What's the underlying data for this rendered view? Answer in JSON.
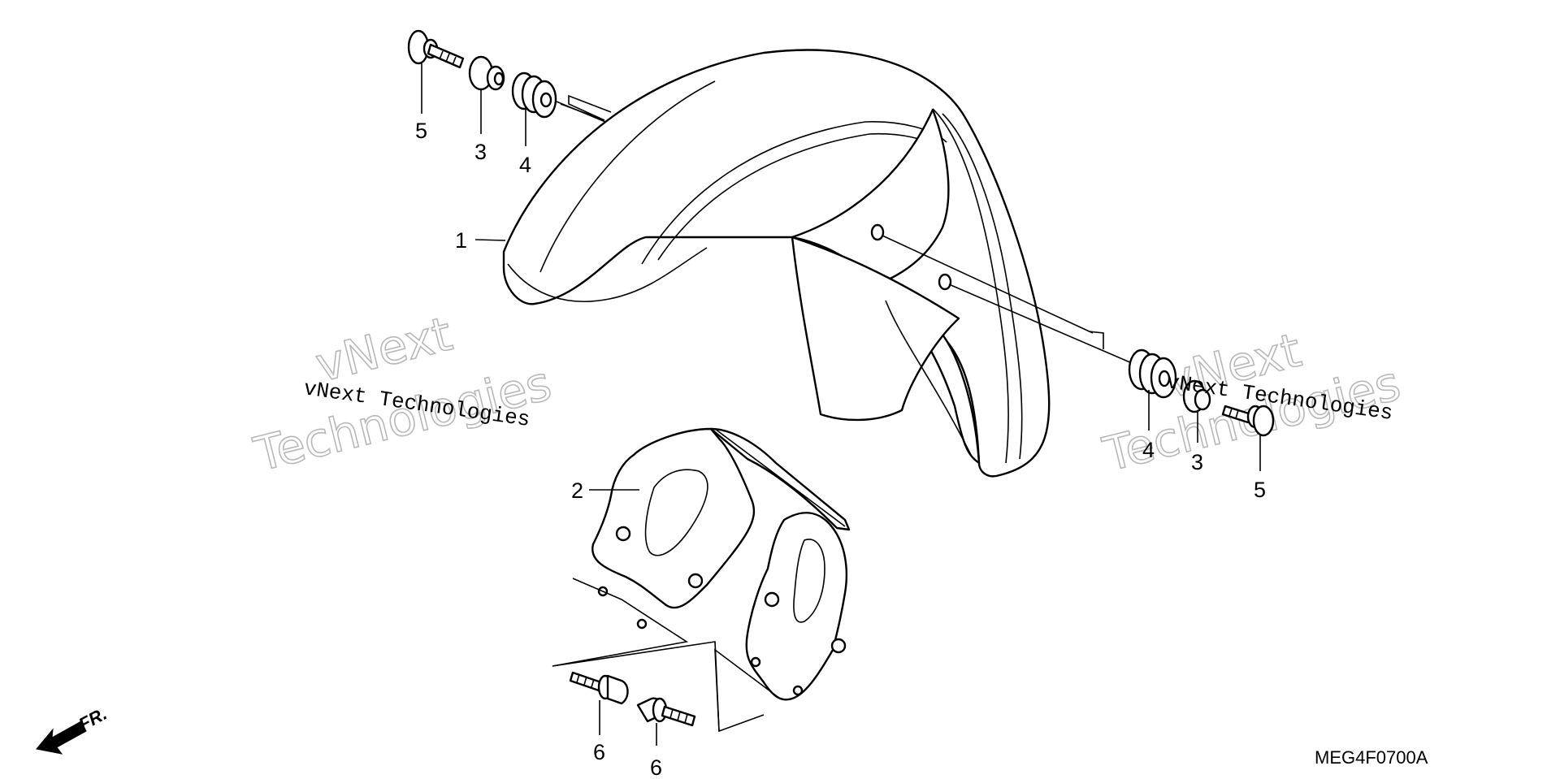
{
  "diagram_code": "MEG4F0700A",
  "direction_label": "FR.",
  "callouts": {
    "fender": "1",
    "stay": "2",
    "collar_left": "3",
    "grommet_left": "4",
    "bolt_left": "5",
    "collar_right": "3",
    "grommet_right": "4",
    "bolt_right": "5",
    "flange_bolt_a": "6",
    "flange_bolt_b": "6"
  },
  "watermarks": {
    "left_line": "vNext Technologies",
    "left_big_top": "vNext",
    "left_big_bottom": "Technologies",
    "right_line": "vNext Technologies",
    "right_big_top": "vNext",
    "right_big_bottom": "Technologies"
  }
}
